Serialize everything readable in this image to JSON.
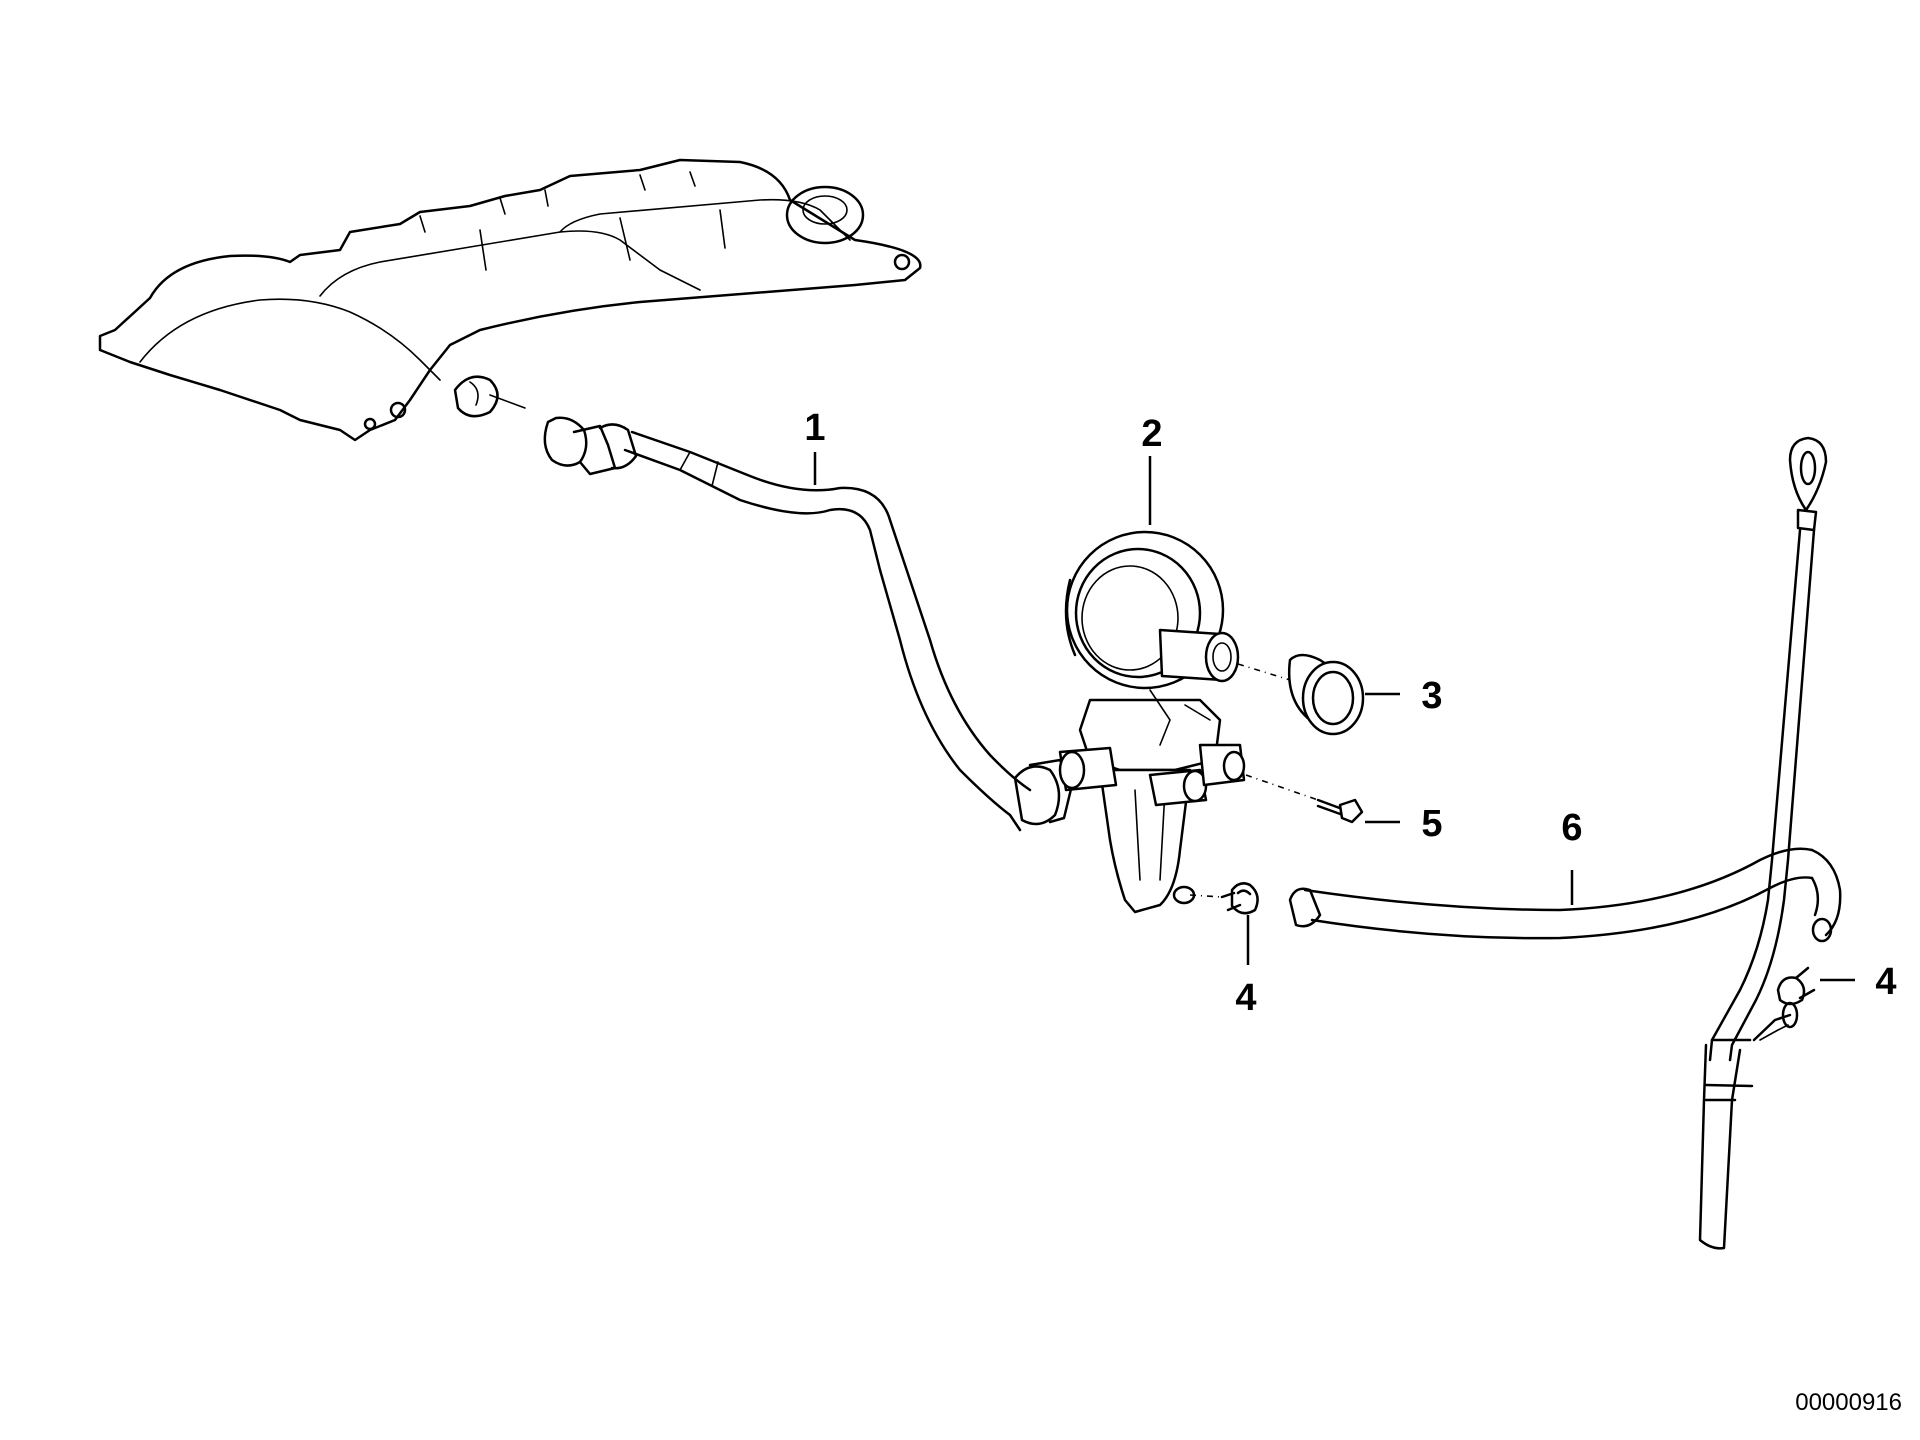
{
  "callouts": {
    "c1": "1",
    "c2": "2",
    "c3": "3",
    "c4a": "4",
    "c4b": "4",
    "c5": "5",
    "c6": "6"
  },
  "document_number": "00000916",
  "colors": {
    "ink": "#000000",
    "background": "#ffffff"
  }
}
